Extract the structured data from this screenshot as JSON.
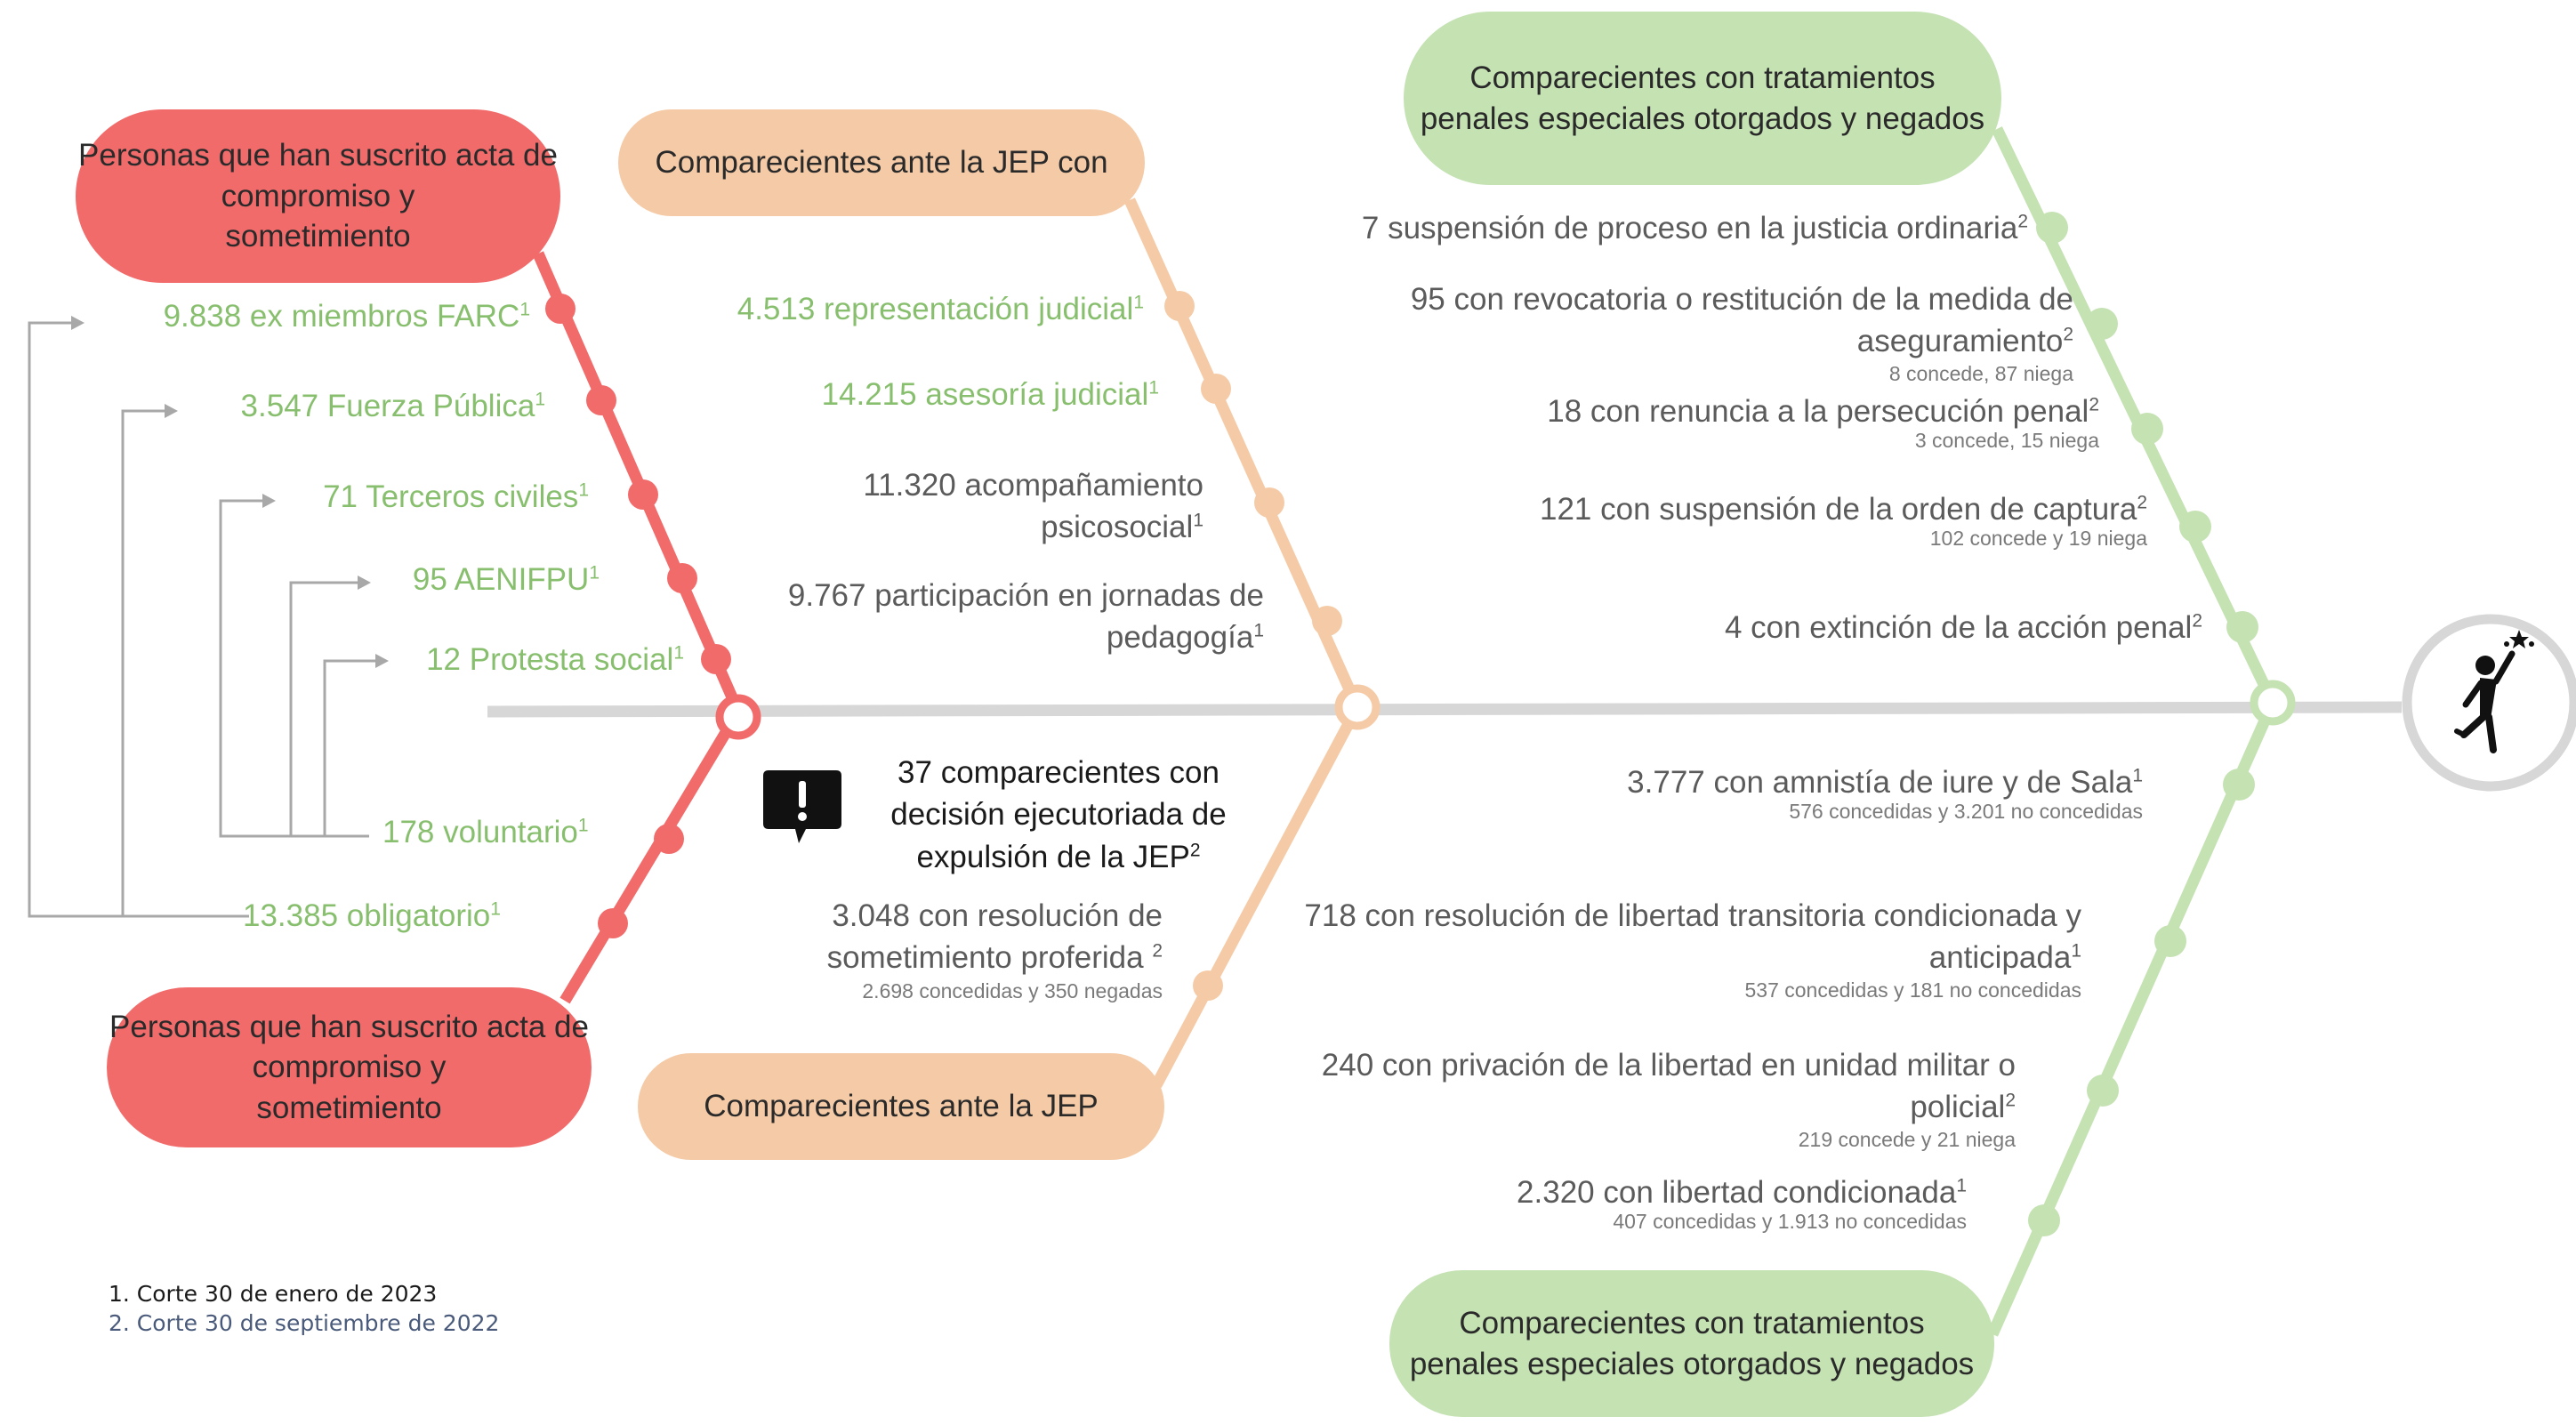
{
  "colors": {
    "red": "#f26b6b",
    "peach": "#f5cba7",
    "green": "#c5e2b3",
    "green_text": "#88bf6e",
    "spine": "#d7d7d7",
    "bracket": "#a8a8a8"
  },
  "red_branch": {
    "top_title": [
      "Personas que han suscrito acta de",
      "compromiso y",
      "sometimiento"
    ],
    "bottom_title": [
      "Personas que han suscrito acta de",
      "compromiso y",
      "sometimiento"
    ],
    "items": [
      {
        "text": "9.838 ex miembros FARC",
        "sup": "1"
      },
      {
        "text": "3.547 Fuerza Pública",
        "sup": "1"
      },
      {
        "text": "71 Terceros civiles",
        "sup": "1"
      },
      {
        "text": "95 AENIFPU",
        "sup": "1"
      },
      {
        "text": "12 Protesta social",
        "sup": "1"
      },
      {
        "text": "178 voluntario",
        "sup": "1"
      },
      {
        "text": "13.385 obligatorio",
        "sup": "1"
      }
    ]
  },
  "peach_branch": {
    "top_title": "Comparecientes ante la JEP con",
    "bottom_title": "Comparecientes ante la JEP",
    "items": [
      {
        "text": "4.513 representación judicial",
        "sup": "1"
      },
      {
        "text": "14.215 asesoría judicial",
        "sup": "1"
      },
      {
        "line1": "11.320 acompañamiento",
        "line2": "psicosocial",
        "sup": "1"
      },
      {
        "line1": "9.767 participación en jornadas de",
        "line2": "pedagogía",
        "sup": "1"
      }
    ],
    "alert": {
      "icon": "alert-icon",
      "line1": "37 comparecientes con",
      "line2": "decisión ejecutoriada de",
      "line3": "expulsión de la JEP",
      "sup": "2"
    },
    "resolution": {
      "line1": "3.048 con resolución de",
      "line2": "sometimiento proferida ",
      "sup": "2",
      "detail": "2.698 concedidas y 350 negadas"
    }
  },
  "green_branch": {
    "top_title": [
      "Comparecientes con tratamientos",
      "penales especiales otorgados y negados"
    ],
    "bottom_title": [
      "Comparecientes con tratamientos",
      "penales especiales otorgados y negados"
    ],
    "top_items": [
      {
        "line1": "7 suspensión de proceso en la justicia ordinaria",
        "sup": "2",
        "detail": ""
      },
      {
        "line1": "95 con revocatoria o restitución de la medida de",
        "line2": "aseguramiento",
        "sup": "2",
        "detail": "8 concede, 87 niega"
      },
      {
        "line1": "18 con renuncia a la persecución penal",
        "sup": "2",
        "detail": "3 concede, 15 niega"
      },
      {
        "line1": "121 con suspensión de la orden de captura",
        "sup": "2",
        "detail": "102 concede y 19 niega"
      },
      {
        "line1": "4 con extinción de la acción penal",
        "sup": "2",
        "detail": ""
      }
    ],
    "bottom_items": [
      {
        "line1": "3.777 con amnistía de iure y de Sala",
        "sup": "1",
        "detail": "576 concedidas y 3.201 no concedidas"
      },
      {
        "line1": "718 con resolución de libertad transitoria condicionada  y",
        "line2": "anticipada",
        "sup": "1",
        "detail": "537 concedidas y 181 no concedidas"
      },
      {
        "line1": "240 con privación de la libertad en unidad militar o",
        "line2": "policial",
        "sup": "2",
        "detail": "219 concede y 21 niega"
      },
      {
        "line1": "2.320 con libertad condicionada",
        "sup": "1",
        "detail": "407 concedidas y 1.913 no concedidas"
      }
    ]
  },
  "goal_icon": "person-reaching-star-icon",
  "footnotes": [
    {
      "text": "1. Corte 30 de enero de 2023",
      "color": "#1a1a1a"
    },
    {
      "text": "2. Corte 30 de septiembre de 2022",
      "color": "#4a5a7a"
    }
  ]
}
